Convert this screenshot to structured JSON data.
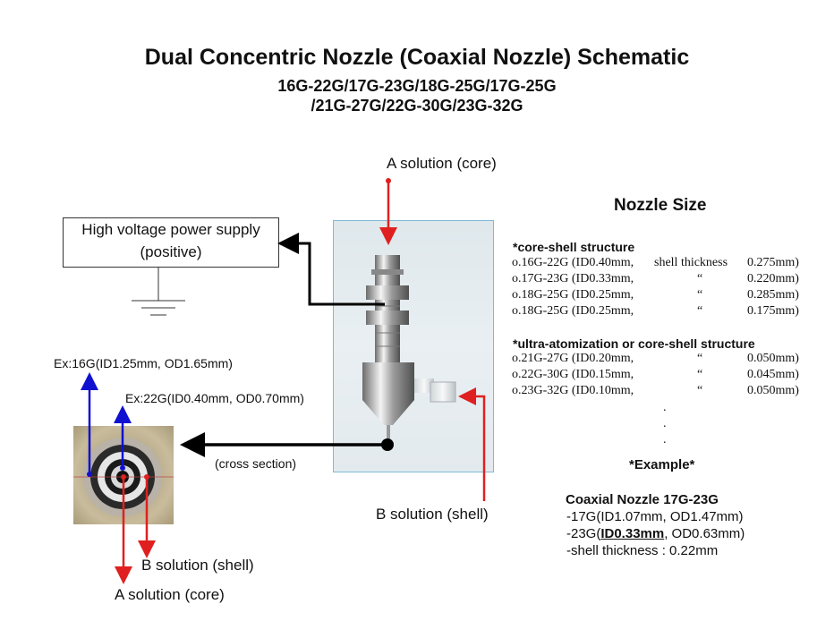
{
  "title": "Dual Concentric Nozzle (Coaxial Nozzle) Schematic",
  "subtitle_line1": "16G-22G/17G-23G/18G-25G/17G-25G",
  "subtitle_line2": "/21G-27G/22G-30G/23G-32G",
  "labels": {
    "a_solution_top": "A solution (core)",
    "hv_line1": "High voltage power supply",
    "hv_line2": "(positive)",
    "ex16": "Ex:16G(ID1.25mm, OD1.65mm)",
    "ex22": "Ex:22G(ID0.40mm, OD0.70mm)",
    "cross_section": "(cross section)",
    "b_solution_shell_right": "B solution (shell)",
    "b_solution_shell_bottom": "B solution (shell)",
    "a_solution_bottom": "A solution (core)"
  },
  "nozzle_size": {
    "heading": "Nozzle Size",
    "core_shell_heading": "*core-shell structure",
    "core_shell_rows": [
      {
        "name": "o.16G-22G (ID0.40mm,",
        "mark": "shell thickness",
        "value": "0.275mm)"
      },
      {
        "name": "o.17G-23G (ID0.33mm,",
        "mark": "“",
        "value": "0.220mm)"
      },
      {
        "name": "o.18G-25G (ID0.25mm,",
        "mark": "“",
        "value": "0.285mm)"
      },
      {
        "name": "o.18G-25G (ID0.25mm,",
        "mark": "“",
        "value": "0.175mm)"
      }
    ],
    "ultra_heading": "*ultra-atomization or core-shell structure",
    "ultra_rows": [
      {
        "name": "o.21G-27G (ID0.20mm,",
        "mark": "“",
        "value": "0.050mm)"
      },
      {
        "name": "o.22G-30G (ID0.15mm,",
        "mark": "“",
        "value": "0.045mm)"
      },
      {
        "name": "o.23G-32G (ID0.10mm,",
        "mark": "“",
        "value": "0.050mm)"
      }
    ],
    "dots": ".",
    "example_heading": "*Example*"
  },
  "example": {
    "title": "Coaxial Nozzle 17G-23G",
    "line1": "-17G(ID1.07mm, OD1.47mm)",
    "line2_prefix": "-23G(",
    "line2_bold": "ID0.33mm",
    "line2_suffix": ", OD0.63mm)",
    "line3": "-shell thickness : 0.22mm"
  },
  "colors": {
    "red_arrow": "#e02020",
    "blue_arrow": "#1010d0",
    "black_arrow": "#000000",
    "photo_border": "#7fb9d6"
  }
}
